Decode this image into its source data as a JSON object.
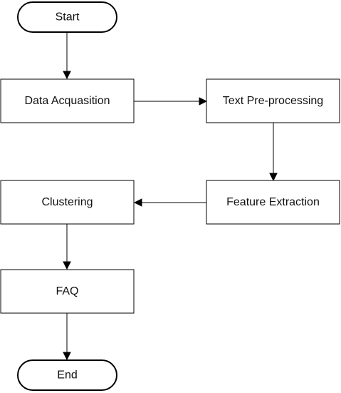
{
  "diagram": {
    "nodes": {
      "start": "Start",
      "data_acquisition": "Data Acquasition",
      "text_preprocessing": "Text Pre-processing",
      "feature_extraction": "Feature Extraction",
      "clustering": "Clustering",
      "faq": "FAQ",
      "end": "End"
    },
    "edges": [
      {
        "from": "Start",
        "to": "Data Acquasition"
      },
      {
        "from": "Data Acquasition",
        "to": "Text Pre-processing"
      },
      {
        "from": "Text Pre-processing",
        "to": "Feature Extraction"
      },
      {
        "from": "Feature Extraction",
        "to": "Clustering"
      },
      {
        "from": "Clustering",
        "to": "FAQ"
      },
      {
        "from": "FAQ",
        "to": "End"
      }
    ]
  }
}
